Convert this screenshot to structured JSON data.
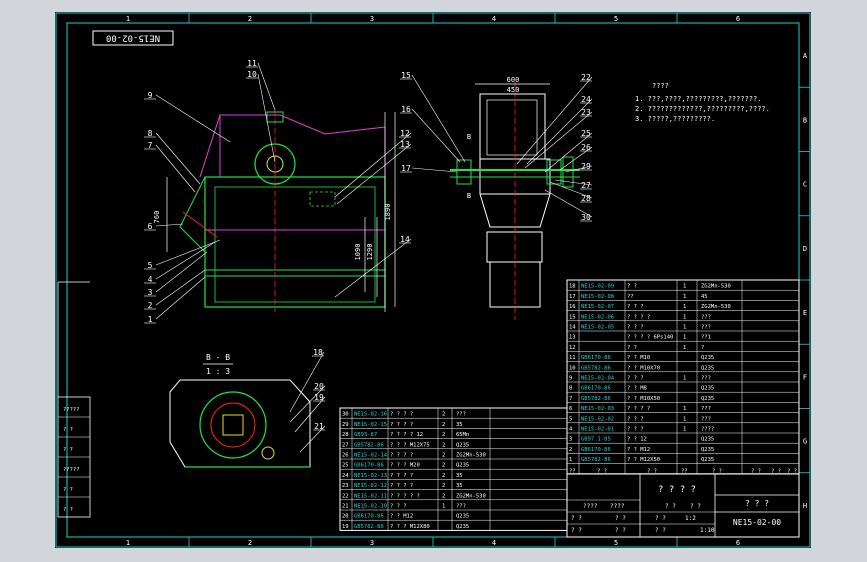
{
  "drawing": {
    "title_stamp": "NE15-02-00",
    "frame_cols": [
      "1",
      "2",
      "3",
      "4",
      "5",
      "6"
    ],
    "frame_rows": [
      "A",
      "B",
      "C",
      "D",
      "E",
      "F",
      "G",
      "H"
    ],
    "part_callouts": [
      "1",
      "2",
      "3",
      "4",
      "5",
      "6",
      "7",
      "8",
      "9",
      "10",
      "11",
      "12",
      "13",
      "14",
      "15",
      "16",
      "17",
      "18",
      "19",
      "20",
      "21",
      "22",
      "23",
      "24",
      "25",
      "26",
      "27",
      "28",
      "29",
      "30"
    ],
    "dimensions": [
      "600",
      "450",
      "760",
      "1090",
      "1290",
      "1890",
      "B",
      "B"
    ],
    "section_label": "B - B",
    "section_scale": "1 : 3",
    "notes_title": "????",
    "notes": [
      "1. ???,????,?????????,???????.",
      "2. ?????????????,?????????,????.",
      "3. ?????,?????????."
    ]
  },
  "bom_right": [
    [
      "18",
      "NE15-02-09",
      "? ?",
      "1",
      "ZG2Mn-530"
    ],
    [
      "17",
      "NE15-02-08",
      "??",
      "1",
      "45"
    ],
    [
      "16",
      "NE15-02-07",
      "? ? ?",
      "1",
      "ZG2Mn-530"
    ],
    [
      "15",
      "NE15-02-06",
      "? ? ? ?",
      "1",
      "???"
    ],
    [
      "14",
      "NE15-02-05",
      "? ? ?",
      "1",
      "???"
    ],
    [
      "13",
      "",
      "? ? ? ? 6Ps140",
      "1",
      "??1"
    ],
    [
      "12",
      "",
      "? ?",
      "1",
      "?"
    ],
    [
      "11",
      "GB6170-86",
      "? ?  M10",
      "",
      "Q235"
    ],
    [
      "10",
      "GB5782-86",
      "? ?  M10X70",
      "",
      "Q235"
    ],
    [
      "9",
      "NE15-02-04",
      "? ? ?",
      "1",
      "???"
    ],
    [
      "8",
      "GB6170-86",
      "? ?  M8",
      "",
      "Q235"
    ],
    [
      "7",
      "GB5782-86",
      "? ?  M10X50",
      "",
      "Q235"
    ],
    [
      "6",
      "NE15-02-03",
      "? ? ? ?",
      "1",
      "???"
    ],
    [
      "5",
      "NE15-02-02",
      "? ? ?",
      "1",
      "???"
    ],
    [
      "4",
      "NE15-02-01",
      "? ? ?",
      "1",
      "????"
    ],
    [
      "3",
      "GB97.1-85",
      "? ?  12",
      "",
      "Q235"
    ],
    [
      "2",
      "GB6170-86",
      "? ?  M12",
      "",
      "Q235"
    ],
    [
      "1",
      "GB5782-86",
      "? ?  M12X50",
      "",
      "Q235"
    ]
  ],
  "bom_right_header": [
    "??",
    "? ?",
    "? ?",
    "??",
    "? ?",
    "? ?",
    "? ?",
    "? ?"
  ],
  "bom_left": [
    [
      "30",
      "NE15-02-16",
      "? ? ? ?",
      "2",
      "???"
    ],
    [
      "29",
      "NE15-02-15",
      "? ? ? ?",
      "2",
      "35"
    ],
    [
      "28",
      "GB93-87",
      "? ? ? ?  12",
      "2",
      "65Mn"
    ],
    [
      "27",
      "GB5782-86",
      "? ? ?  M12X75",
      "2",
      "Q235"
    ],
    [
      "26",
      "NE15-02-14",
      "? ? ? ?",
      "2",
      "ZG2Mn-530"
    ],
    [
      "25",
      "GB6170-86",
      "? ? ?  M20",
      "2",
      "Q235"
    ],
    [
      "24",
      "NE15-02-13",
      "? ? ? ?",
      "2",
      "35"
    ],
    [
      "23",
      "NE15-02-12",
      "? ? ? ?",
      "2",
      "35"
    ],
    [
      "22",
      "NE15-02-11",
      "? ? ? ? ?",
      "2",
      "ZG2Mn-530"
    ],
    [
      "21",
      "NE15-02-10",
      "? ? ?",
      "1",
      "???"
    ],
    [
      "20",
      "GB6170-86",
      "? ?  M12",
      "",
      "Q235"
    ],
    [
      "19",
      "GB5782-86",
      "? ? ?  M12X80",
      "",
      "Q235"
    ]
  ],
  "side_strip": [
    "?????",
    "? ?",
    "? ?",
    "?????",
    "? ?",
    "? ?"
  ],
  "title_block": {
    "product_name": "? ? ? ?",
    "drawing_no": "NE15-02-00",
    "company": "? ? ?",
    "scale_label": "? ?",
    "scale": "1:2",
    "sheet": "1:10",
    "row_labels": [
      "? ?",
      "? ?",
      "? ?",
      "? ?",
      "? ?"
    ],
    "cells": [
      "????",
      "????",
      "? ?",
      "? ?"
    ]
  }
}
